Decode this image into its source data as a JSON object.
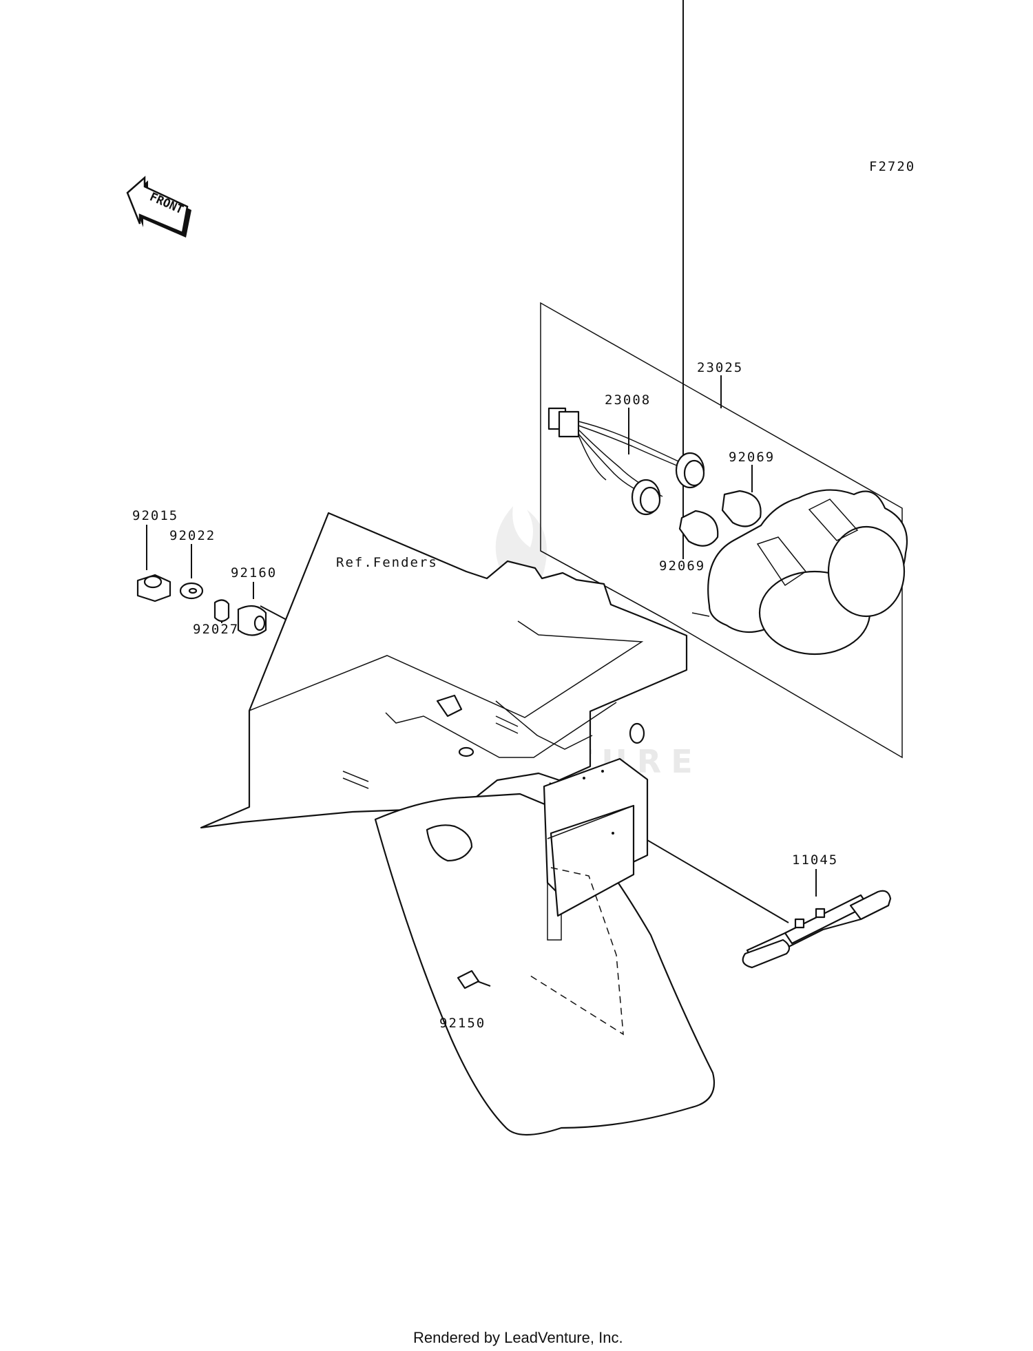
{
  "diagram_code": "F2720",
  "front_label": "FRONT",
  "watermark": "LEADVENTURE",
  "footer": "Rendered by LeadVenture, Inc.",
  "callouts": {
    "p23025": "23025",
    "p23008": "23008",
    "p92069_a": "92069",
    "p92069_b": "92069",
    "p92015": "92015",
    "p92022": "92022",
    "p92160": "92160",
    "p92027": "92027",
    "ref_fenders": "Ref.Fenders",
    "p11045": "11045",
    "p92150": "92150"
  }
}
